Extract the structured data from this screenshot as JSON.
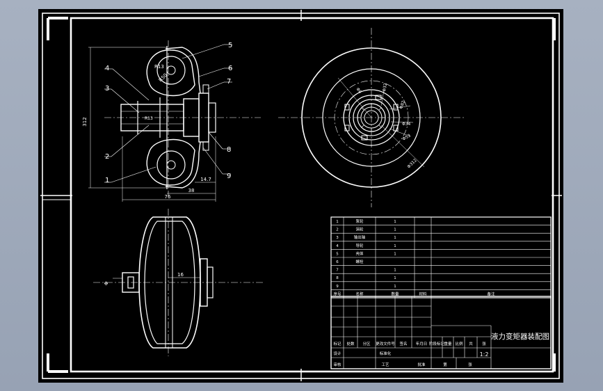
{
  "drawing": {
    "title_block_name": "液力变矩器装配图",
    "scale": "1:2",
    "colors": {
      "background": "#000000",
      "line": "#ffffff",
      "desktop": "#a7b1c1"
    }
  },
  "section_view": {
    "balloons": [
      "5",
      "6",
      "4",
      "7",
      "3",
      "8",
      "2",
      "9",
      "1"
    ],
    "dims": {
      "height": "312",
      "width_76": "76",
      "width_38": "38",
      "width_14_7": "14.7",
      "r13": "R13",
      "r50": "R50"
    }
  },
  "end_view": {
    "dims": [
      "Φ8",
      "Φ32",
      "Φ82",
      "Φ34",
      "Φ53",
      "Φ312"
    ]
  },
  "bottom_view": {
    "dims": {
      "d16": "16",
      "phi": "Φ"
    }
  },
  "parts_list": {
    "rows": [
      {
        "no": "1",
        "name": "泵轮",
        "qty": "1",
        "material": "",
        "note": ""
      },
      {
        "no": "2",
        "name": "涡轮",
        "qty": "1",
        "material": "",
        "note": ""
      },
      {
        "no": "3",
        "name": "输出轴",
        "qty": "1",
        "material": "",
        "note": ""
      },
      {
        "no": "4",
        "name": "导轮",
        "qty": "1",
        "material": "",
        "note": ""
      },
      {
        "no": "5",
        "name": "壳体",
        "qty": "1",
        "material": "",
        "note": ""
      },
      {
        "no": "6",
        "name": "螺栓",
        "qty": "",
        "material": "",
        "note": ""
      },
      {
        "no": "7",
        "name": "",
        "qty": "1",
        "material": "",
        "note": ""
      },
      {
        "no": "8",
        "name": "",
        "qty": "1",
        "material": "",
        "note": ""
      },
      {
        "no": "9",
        "name": "",
        "qty": "1",
        "material": "",
        "note": ""
      }
    ],
    "header": {
      "no": "序号",
      "name": "名称",
      "qty": "数量",
      "material": "材料",
      "note": "备注"
    }
  },
  "title_block": {
    "labels": [
      "标记",
      "处数",
      "分区",
      "更改文件号",
      "签名",
      "年月日",
      "设计",
      "标准化",
      "审核",
      "工艺",
      "批准",
      "阶段标记",
      "重量",
      "比例",
      "共",
      "张",
      "第",
      "张"
    ]
  }
}
